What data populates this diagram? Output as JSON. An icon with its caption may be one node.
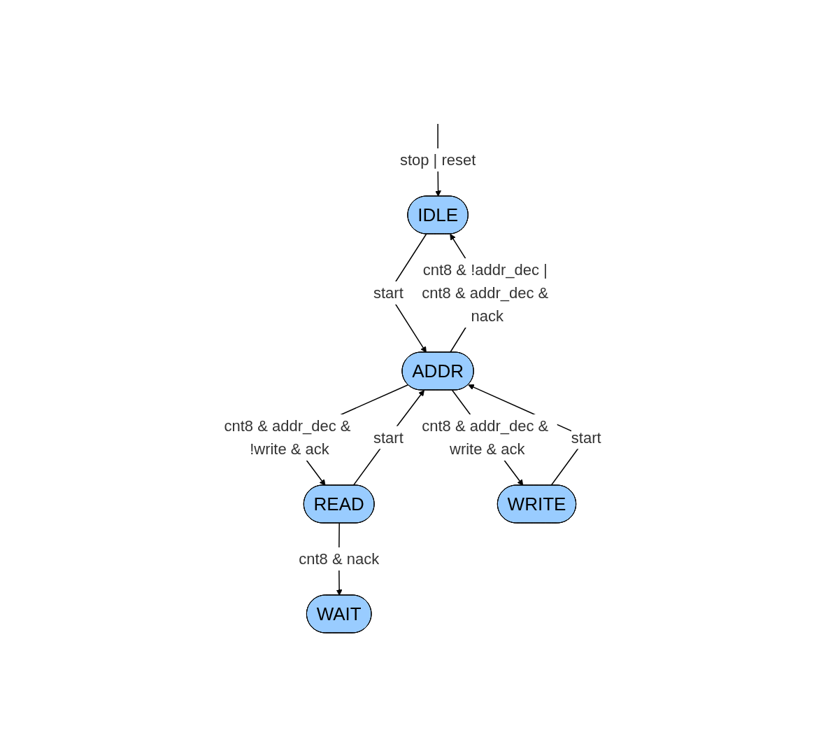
{
  "diagram": {
    "nodes": [
      {
        "text": [
          "IDLE"
        ]
      },
      {
        "text": [
          "ADDR"
        ]
      },
      {
        "text": [
          "READ"
        ]
      },
      {
        "text": [
          "WRITE"
        ]
      },
      {
        "text": [
          "WAIT"
        ]
      }
    ],
    "edges": [
      {
        "from": null,
        "to": 0,
        "arrow": "to",
        "label": "stop | reset"
      },
      {
        "from": 0,
        "to": 1,
        "arrow": "to",
        "label": "start"
      },
      {
        "from": 1,
        "to": 0,
        "arrow": "to",
        "label": "cnt8 & !addr_dec | cnt8 & addr_dec & nack"
      },
      {
        "from": 1,
        "to": 2,
        "arrow": "to",
        "label": "cnt8 & addr_dec & !write & ack"
      },
      {
        "from": 2,
        "to": 1,
        "arrow": "to",
        "label": "start"
      },
      {
        "from": 3,
        "to": 1,
        "arrow": "to",
        "label": "start"
      },
      {
        "from": 1,
        "to": 3,
        "arrow": "to",
        "label": "cnt8 & addr_dec & write & ack"
      },
      {
        "from": 2,
        "to": 4,
        "arrow": "to",
        "label": "cnt8 & nack"
      }
    ]
  }
}
